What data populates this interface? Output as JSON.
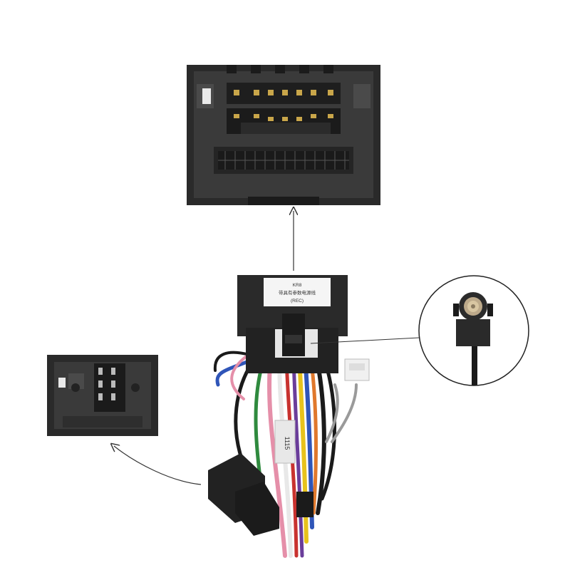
{
  "harness_box_label": {
    "line1": "KR8",
    "line2": "带具有参数电源线",
    "line3": "(REC)"
  },
  "wire_sleeve_text": "1115",
  "colors": {
    "connector_body": "#2a2a2a",
    "connector_dark": "#1b1b1b",
    "pin_gold": "#c9a64a",
    "wire_black": "#1a1a1a",
    "wire_red": "#c8322f",
    "wire_yellow": "#e7c21c",
    "wire_blue": "#2f55b8",
    "wire_green": "#2f8a3e",
    "wire_white": "#e8e8e8",
    "wire_pink": "#e58fa9",
    "wire_purple": "#6a3d9a",
    "wire_orange": "#e0782c",
    "wire_gray": "#9a9a9a",
    "arrow": "#333333"
  },
  "icons": {
    "top_connector": "large-multi-pin-connector",
    "left_connector": "small-square-connector",
    "antenna_plug": "fakra-antenna-plug",
    "harness": "wire-harness"
  }
}
